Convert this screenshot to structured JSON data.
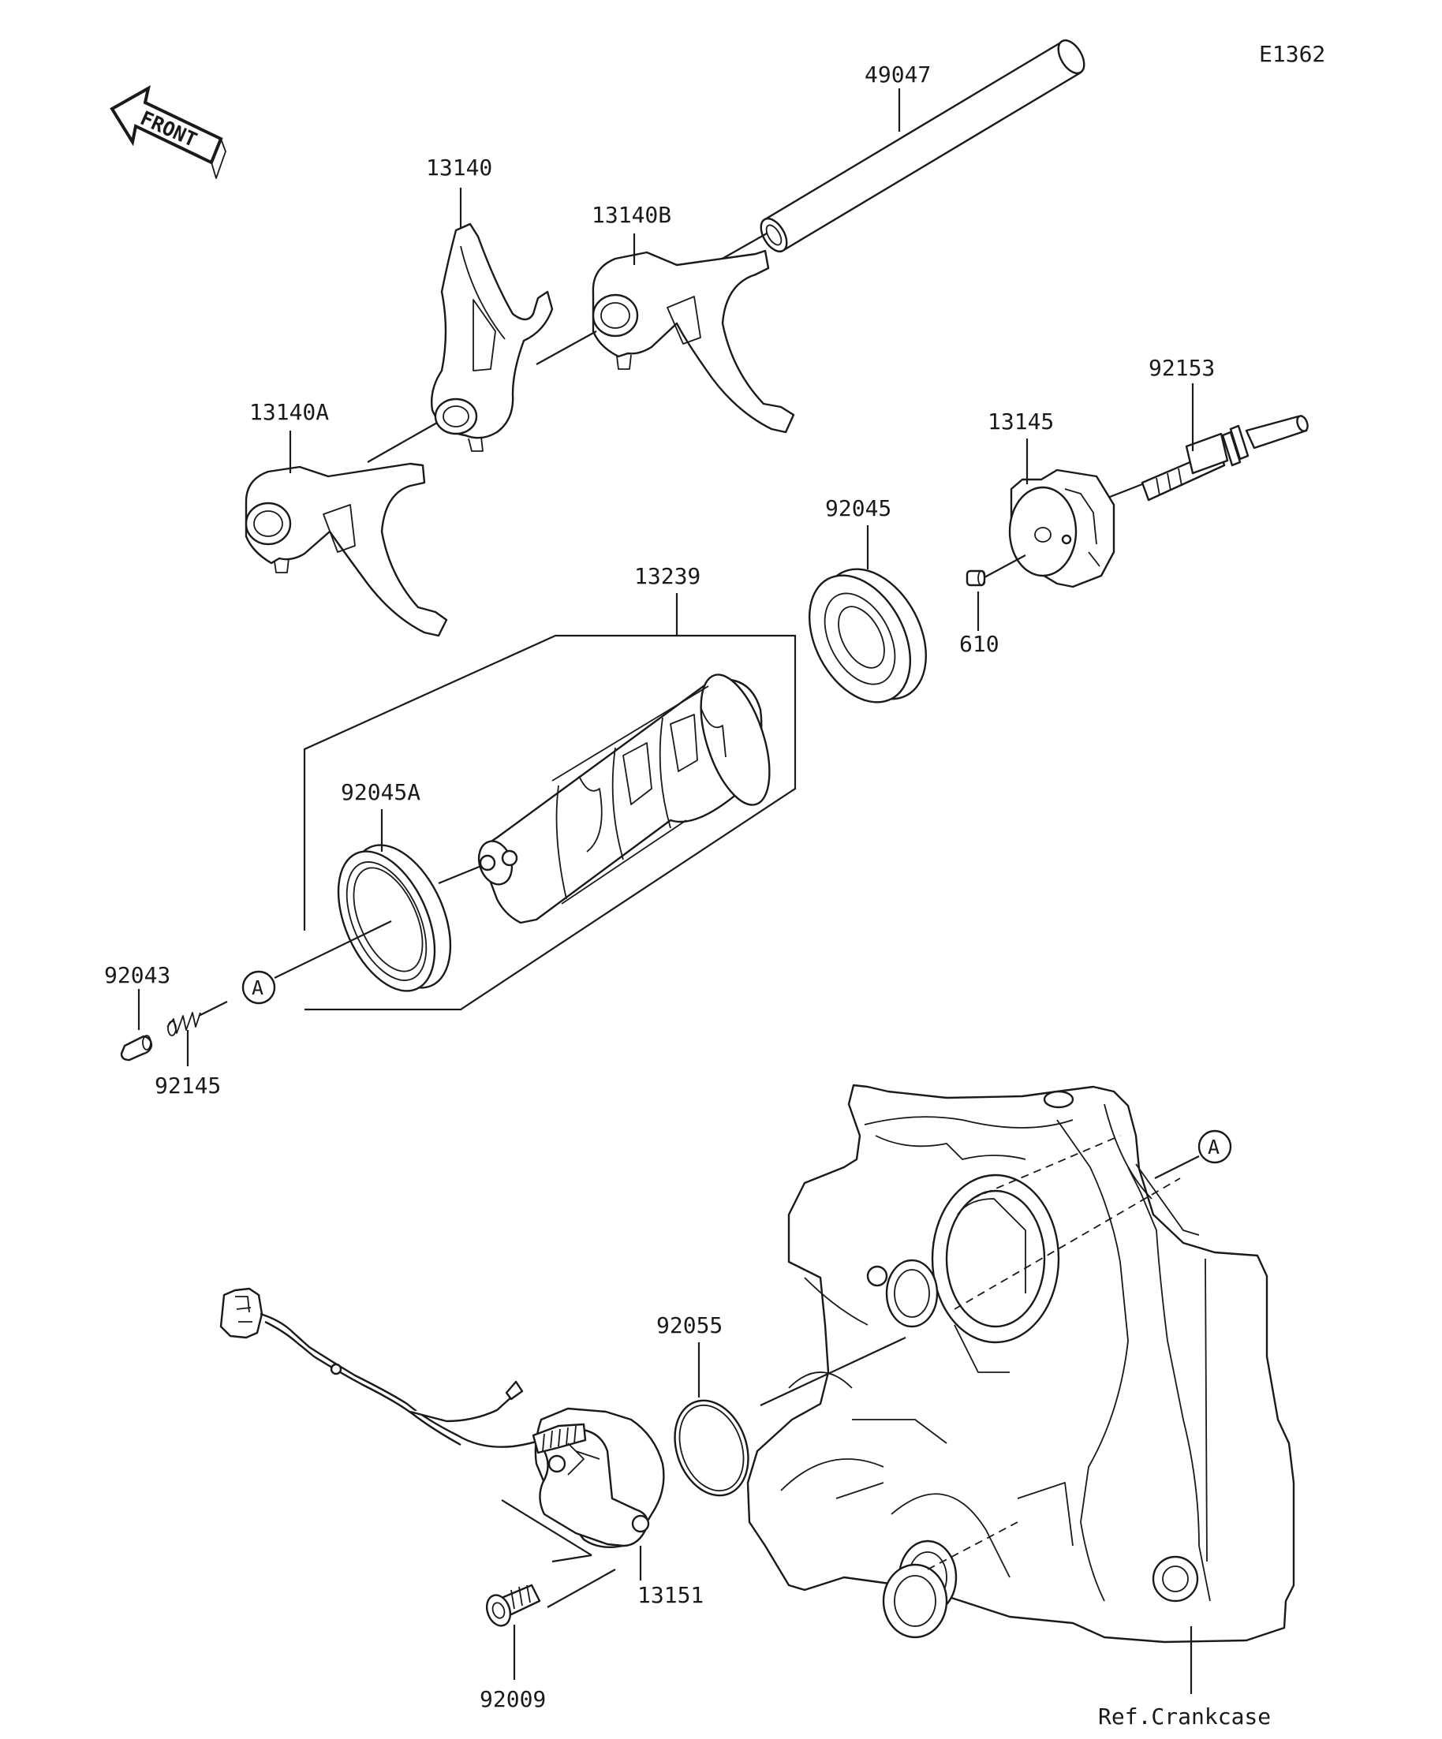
{
  "diagram_code": "E1362",
  "front_label": "FRONT",
  "ref_label": "Ref.Crankcase",
  "callout_letter": "A",
  "parts": {
    "p49047": "49047",
    "p13140": "13140",
    "p13140B": "13140B",
    "p13140A": "13140A",
    "p92153": "92153",
    "p13145": "13145",
    "p92045": "92045",
    "p610": "610",
    "p13239": "13239",
    "p92045A": "92045A",
    "p92043": "92043",
    "p92145": "92145",
    "p92055": "92055",
    "p13151": "13151",
    "p92009": "92009"
  }
}
